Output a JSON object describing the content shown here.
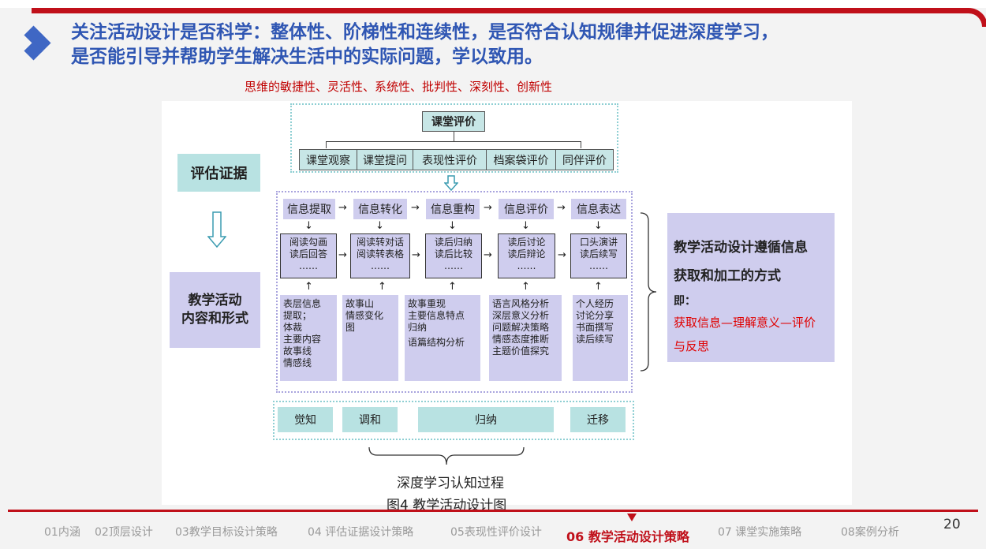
{
  "heading": {
    "line1": "关注活动设计是否科学：整体性、阶梯性和连续性，是否符合认知规律并促进深度学习，",
    "line2": "是否能引导并帮助学生解决生活中的实际问题，学以致用。"
  },
  "thinking_traits": "思维的敏捷性、灵活性、系统性、批判性、深刻性、创新性",
  "left": {
    "evidence": "评估证据",
    "activity": "教学活动\n内容和形式"
  },
  "evaluation": {
    "title": "课堂评价",
    "items": [
      "课堂观察",
      "课堂提问",
      "表现性评价",
      "档案袋评价",
      "同伴评价"
    ]
  },
  "stages": [
    {
      "name": "信息提取",
      "box": [
        "阅读勾画",
        "读后回答",
        "……"
      ],
      "content": [
        "表层信息",
        "提取；",
        "体裁",
        "主要内容",
        "故事线",
        "情感线"
      ]
    },
    {
      "name": "信息转化",
      "box": [
        "阅读转对话",
        "阅读转表格",
        "……"
      ],
      "content": [
        "故事山",
        "情感变化",
        "图"
      ]
    },
    {
      "name": "信息重构",
      "box": [
        "读后归纳",
        "读后比较",
        "……"
      ],
      "content": [
        "故事重现",
        "主要信息特点",
        "归纳",
        "语篇结构分析"
      ]
    },
    {
      "name": "信息评价",
      "box": [
        "读后讨论",
        "读后辩论",
        "……"
      ],
      "content": [
        "语言风格分析",
        "深层意义分析",
        "问题解决策略",
        "情感态度推断",
        "主题价值探究"
      ]
    },
    {
      "name": "信息表达",
      "box": [
        "口头演讲",
        "读后续写",
        "……"
      ],
      "content": [
        "个人经历",
        "讨论分享",
        "书面撰写",
        "读后续写"
      ]
    }
  ],
  "phases": [
    "觉知",
    "调和",
    "归纳",
    "迁移"
  ],
  "right_box": {
    "line1": "教学活动设计遵循信息",
    "line2": "获取和加工的方式",
    "line3": "即：",
    "line4": "获取信息—理解意义—评价",
    "line5": "与反思"
  },
  "captions": {
    "process": "深度学习认知过程",
    "figure": "图4  教学活动设计图"
  },
  "footer": {
    "nav": [
      "01内涵",
      "02顶层设计",
      "03教学目标设计策略",
      "04 评估证据设计策略",
      "05表现性评价设计",
      "06 教学活动设计策略",
      "07 课堂实施策略",
      "08案例分析"
    ],
    "active_index": 5,
    "page_number": "20"
  },
  "colors": {
    "accent_red": "#c0101a",
    "heading_blue": "#2f56b3",
    "lavender": "#cfcdee",
    "cyan": "#b8e2e2"
  }
}
